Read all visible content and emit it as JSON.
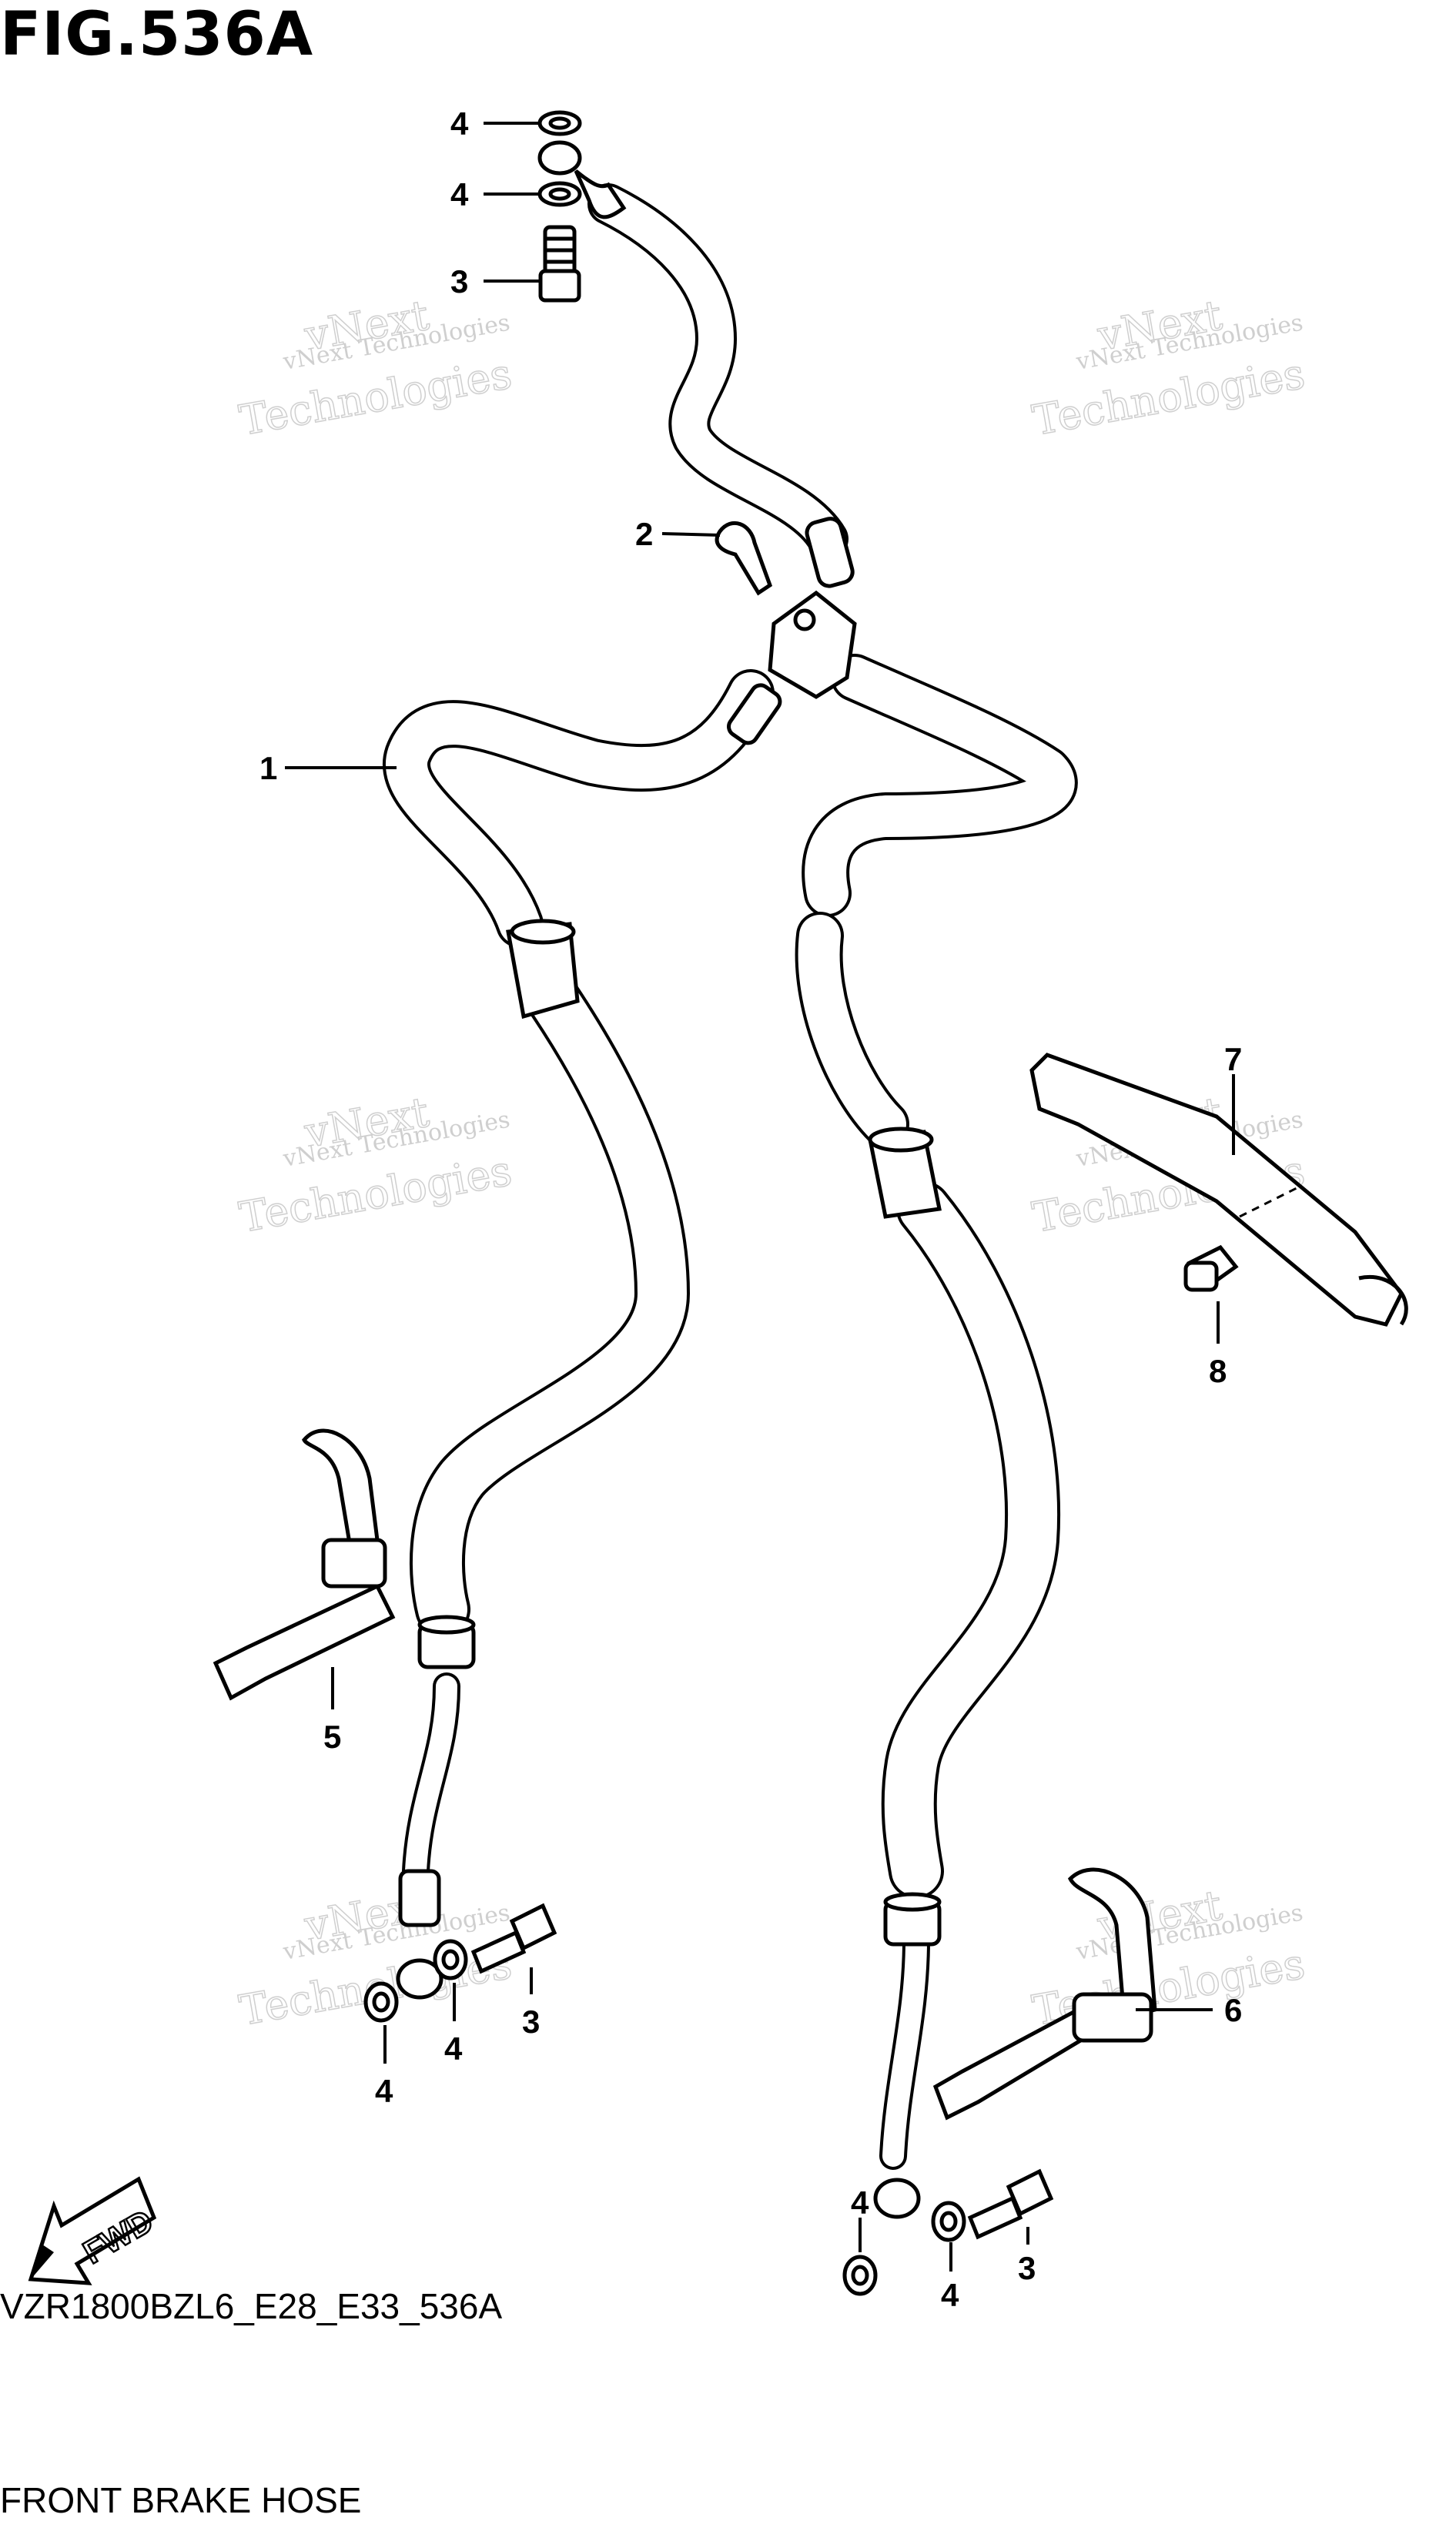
{
  "header": {
    "figure_title": "FIG.536A"
  },
  "footer": {
    "model_code": "VZR1800BZL6_E28_E33_536A",
    "caption": "FRONT BRAKE HOSE"
  },
  "fwd_label": "FWD",
  "watermark": {
    "line1": "vNext Technologies",
    "line2": "vNext",
    "line3": "Technologies"
  },
  "callouts": [
    "4",
    "4",
    "3",
    "2",
    "1",
    "7",
    "8",
    "5",
    "3",
    "4",
    "4",
    "6",
    "4",
    "4",
    "3"
  ],
  "colors": {
    "line": "#000000",
    "watermark": "#cfcfcf",
    "background": "#ffffff"
  }
}
